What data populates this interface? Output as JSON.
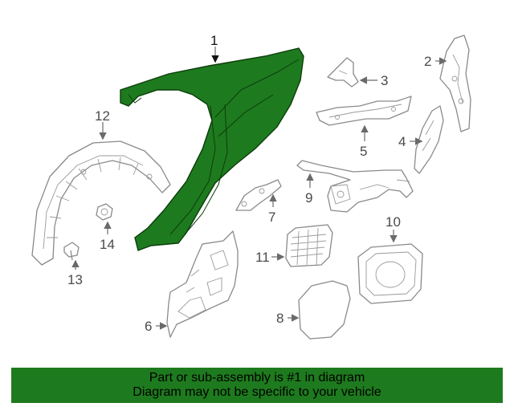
{
  "diagram": {
    "callouts": [
      "1",
      "2",
      "3",
      "4",
      "5",
      "6",
      "7",
      "8",
      "9",
      "10",
      "11",
      "12",
      "13",
      "14"
    ],
    "highlight_color": "#1e7a1e",
    "highlighted_part": "1"
  },
  "banner": {
    "line1": "Part or sub-assembly is #1 in diagram",
    "line2": "Diagram may not be specific to your vehicle",
    "background": "#1e7a1e"
  }
}
